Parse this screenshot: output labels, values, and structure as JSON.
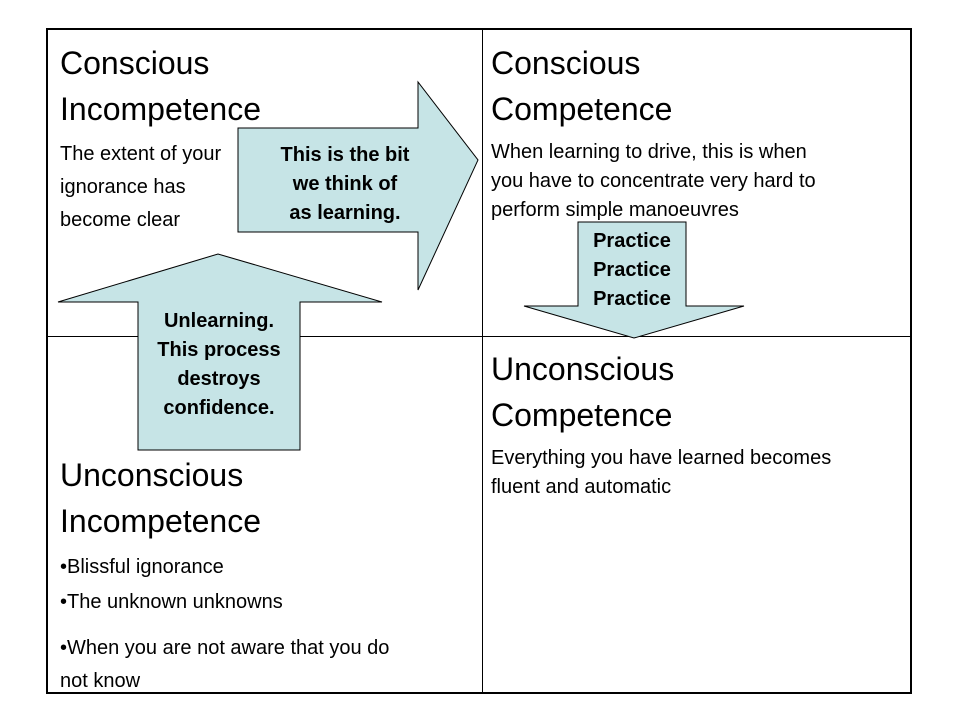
{
  "colors": {
    "arrow_fill": "#c6e4e6",
    "arrow_stroke": "#000000",
    "border": "#000000"
  },
  "quadrants": {
    "top_left": {
      "title_line1": "Conscious",
      "title_line2": "Incompetence",
      "lines": [
        "The extent of your",
        "ignorance has",
        "become clear"
      ]
    },
    "top_right": {
      "title_line1": "Conscious",
      "title_line2": "Competence",
      "lines": [
        "When learning to drive, this is when",
        "you have to concentrate very hard to",
        "perform simple manoeuvres"
      ]
    },
    "bottom_right": {
      "title_line1": "Unconscious",
      "title_line2": "Competence",
      "lines": [
        "Everything you have learned becomes",
        "fluent and automatic"
      ]
    },
    "bottom_left": {
      "title_line1": "Unconscious",
      "title_line2": "Incompetence",
      "bullets": [
        "•Blissful ignorance",
        "•The unknown unknowns"
      ],
      "last_bullet_line1": "•When you are not aware that you do",
      "last_bullet_line2": "not know"
    }
  },
  "arrows": {
    "learning": {
      "line1": "This is the bit",
      "line2": "we think of",
      "line3": "as learning."
    },
    "practice": {
      "line1": "Practice",
      "line2": "Practice",
      "line3": "Practice"
    },
    "unlearning": {
      "line1": "Unlearning.",
      "line2": "This process",
      "line3": "destroys",
      "line4": "confidence."
    }
  }
}
